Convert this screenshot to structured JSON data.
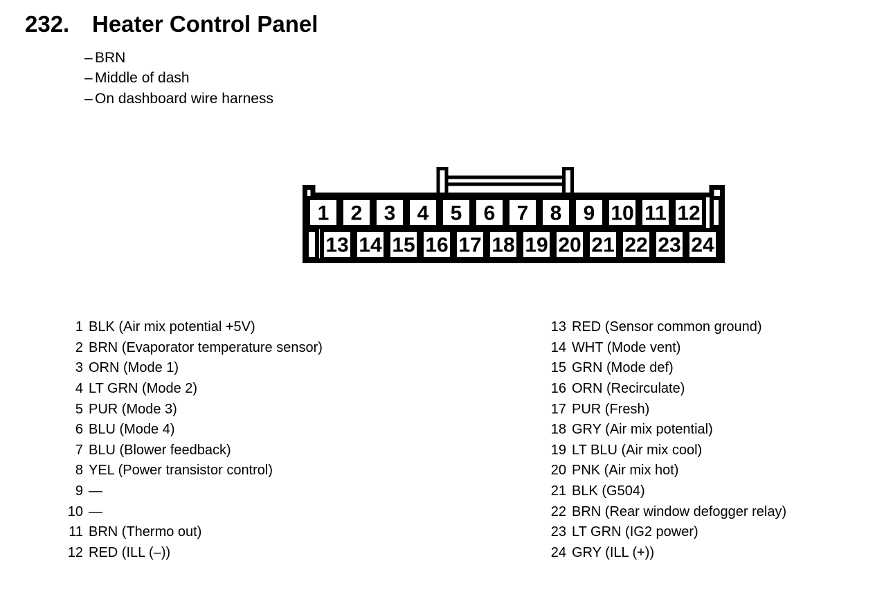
{
  "header": {
    "section_number": "232.",
    "title": "Heater Control Panel"
  },
  "notes": {
    "bullet": "–",
    "items": [
      "BRN",
      "Middle of dash",
      "On dashboard wire harness"
    ]
  },
  "connector": {
    "top_row_pins": [
      "1",
      "2",
      "3",
      "4",
      "5",
      "6",
      "7",
      "8",
      "9",
      "10",
      "11",
      "12"
    ],
    "bottom_row_pins": [
      "13",
      "14",
      "15",
      "16",
      "17",
      "18",
      "19",
      "20",
      "21",
      "22",
      "23",
      "24"
    ]
  },
  "pin_list": {
    "left": [
      {
        "pin": "1",
        "desc": "BLK (Air mix potential +5V)"
      },
      {
        "pin": "2",
        "desc": "BRN (Evaporator temperature sensor)"
      },
      {
        "pin": "3",
        "desc": "ORN (Mode 1)"
      },
      {
        "pin": "4",
        "desc": "LT GRN (Mode 2)"
      },
      {
        "pin": "5",
        "desc": "PUR (Mode 3)"
      },
      {
        "pin": "6",
        "desc": "BLU (Mode 4)"
      },
      {
        "pin": "7",
        "desc": "BLU (Blower feedback)"
      },
      {
        "pin": "8",
        "desc": "YEL (Power transistor control)"
      },
      {
        "pin": "9",
        "desc": "—"
      },
      {
        "pin": "10",
        "desc": "—"
      },
      {
        "pin": "11",
        "desc": "BRN (Thermo out)"
      },
      {
        "pin": "12",
        "desc": "RED (ILL (–))"
      }
    ],
    "right": [
      {
        "pin": "13",
        "desc": "RED (Sensor common ground)"
      },
      {
        "pin": "14",
        "desc": "WHT (Mode vent)"
      },
      {
        "pin": "15",
        "desc": "GRN (Mode def)"
      },
      {
        "pin": "16",
        "desc": "ORN (Recirculate)"
      },
      {
        "pin": "17",
        "desc": "PUR (Fresh)"
      },
      {
        "pin": "18",
        "desc": "GRY (Air mix potential)"
      },
      {
        "pin": "19",
        "desc": "LT BLU (Air mix cool)"
      },
      {
        "pin": "20",
        "desc": "PNK (Air mix hot)"
      },
      {
        "pin": "21",
        "desc": "BLK (G504)"
      },
      {
        "pin": "22",
        "desc": "BRN (Rear window defogger relay)"
      },
      {
        "pin": "23",
        "desc": "LT GRN (IG2 power)"
      },
      {
        "pin": "24",
        "desc": "GRY (ILL (+))"
      }
    ]
  },
  "colors": {
    "ink": "#000000",
    "paper": "#ffffff"
  }
}
